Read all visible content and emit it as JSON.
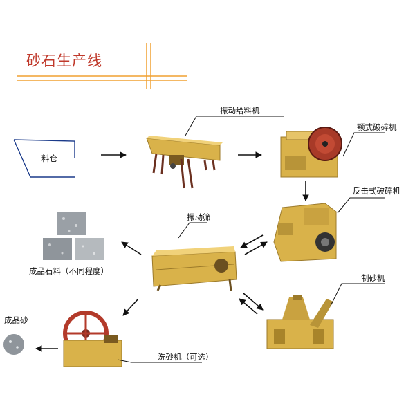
{
  "title": "砂石生产线",
  "labels": {
    "hopper": "料仓",
    "feeder": "振动给料机",
    "jaw": "颚式破碎机",
    "impact": "反击式破碎机",
    "screen": "振动筛",
    "stone": "成品石料（不同程度）",
    "sand_maker": "制砂机",
    "sand": "成品砂",
    "washer": "洗砂机（可选）"
  },
  "colors": {
    "title": "#c0392b",
    "accent": "#f0a030",
    "machine": "#d9b24a",
    "machine_dark": "#9c7a2a",
    "wheel": "#b33a2a",
    "arrow": "#111111"
  }
}
